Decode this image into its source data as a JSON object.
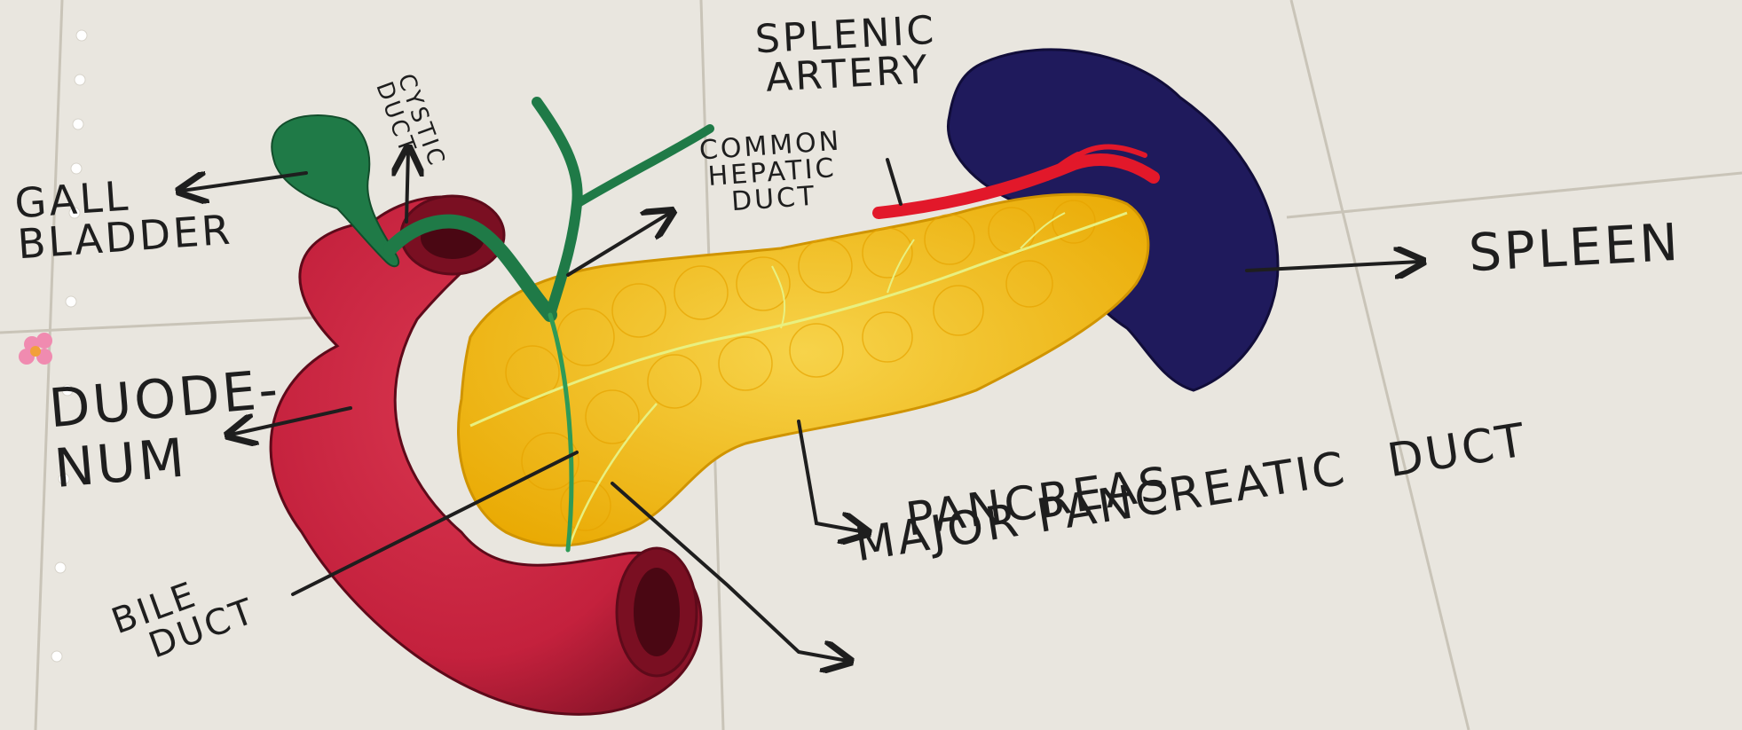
{
  "labels": {
    "gall_bladder": [
      "GALL",
      "BLADDER"
    ],
    "cystic_duct": [
      "CYSTIC",
      "DUCT"
    ],
    "splenic_artery": [
      "SPLENIC",
      "ARTERY"
    ],
    "common_hepatic_duct": [
      "COMMON",
      "HEPATIC",
      "DUCT"
    ],
    "spleen": "SPLEEN",
    "duodenum": [
      "DUODE-",
      "NUM"
    ],
    "pancreas": "PANCREAS",
    "major_pancreatic_duct": [
      "MAJOR PANCREATIC",
      "DUCT"
    ],
    "bile_duct": [
      "BILE",
      "DUCT"
    ]
  },
  "colors": {
    "board": "#e9e6df",
    "tile_line": "#c9c4b8",
    "duodenum": "#c4213d",
    "duodenum_dark": "#7a0f22",
    "pancreas": "#f2b705",
    "pancreas_light": "#f7d34a",
    "spleen": "#1f1a5c",
    "gall_bladder": "#1f7a47",
    "splenic_artery": "#e2182a",
    "ink": "#1e1e1e"
  }
}
